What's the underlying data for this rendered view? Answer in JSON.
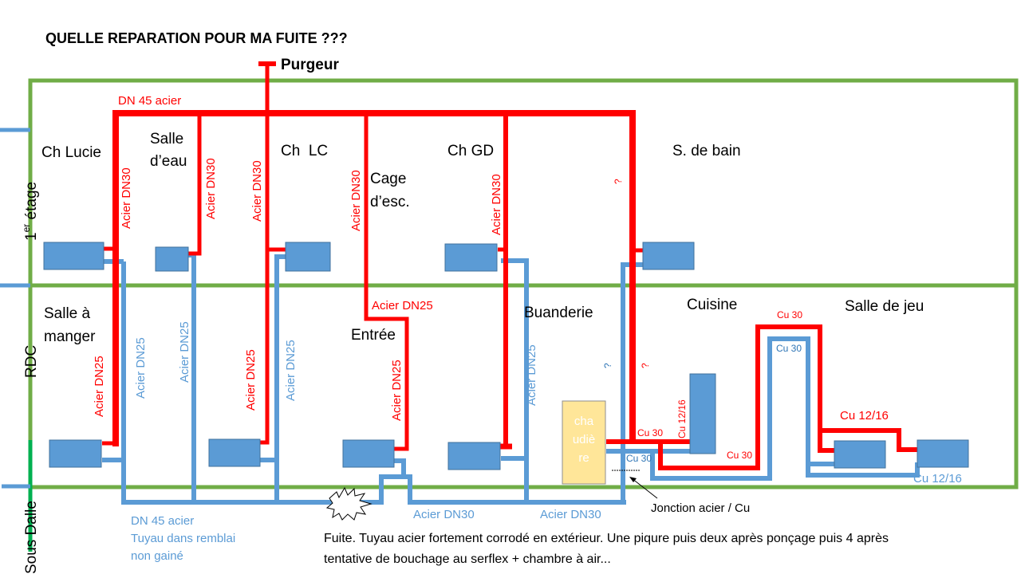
{
  "title": "QUELLE REPARATION POUR MA FUITE ???",
  "purgeur_label": "Purgeur",
  "floors": {
    "etage1": "1er étage",
    "etage1_base": "1",
    "etage1_sup": "er",
    "etage1_rest": " étage",
    "rdc": "RDC",
    "sous_dalle": "Sous Dalle"
  },
  "rooms": {
    "ch_lucie": "Ch Lucie",
    "salle_deau_1": "Salle",
    "salle_deau_2": "d’eau",
    "ch_lc": "Ch  LC",
    "cage_1": "Cage",
    "cage_2": "d’esc.",
    "ch_gd": "Ch GD",
    "sdb": "S. de bain",
    "salle_manger_1": "Salle à",
    "salle_manger_2": "manger",
    "entree": "Entrée",
    "buanderie": "Buanderie",
    "cuisine": "Cuisine",
    "salle_jeu": "Salle de jeu"
  },
  "pipe_labels": {
    "dn45_acier_red": "DN 45 acier",
    "acier_dn30": "Acier DN30",
    "acier_dn25": "Acier DN25",
    "question": "?",
    "cu30": "Cu 30",
    "cu1216": "Cu 12/16",
    "dn45_acier_blue": "DN 45 acier",
    "tuyau_remblai": "Tuyau dans remblai",
    "non_gaine": "non gainé",
    "jonction": "Jonction acier / Cu"
  },
  "chaudiere": [
    "cha",
    "udiè",
    "re"
  ],
  "leak_note": {
    "line1": "Fuite. Tuyau acier fortement corrodé en extérieur. Une piqure puis deux après ponçage puis 4 après",
    "line2": "tentative de bouchage au serflex + chambre à air..."
  },
  "colors": {
    "supply": "#ff0000",
    "return": "#5b9bd5",
    "walls": "#70ad47",
    "radiator": "#5b9bd5",
    "boiler": "#ffe699"
  }
}
